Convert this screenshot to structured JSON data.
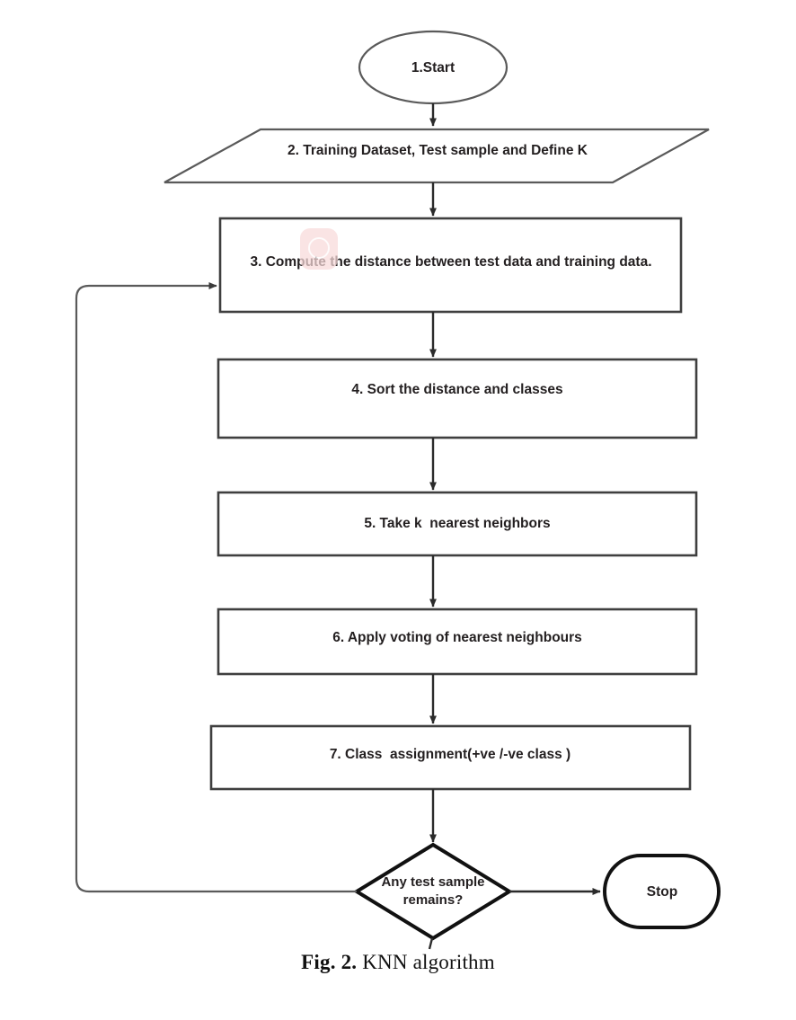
{
  "figure": {
    "caption_label": "Fig. 2.",
    "caption_text": "KNN algorithm",
    "title": "KNN algorithm flowchart"
  },
  "colors": {
    "background": "#ffffff",
    "stroke": "#3f3f3f",
    "stroke_heavy": "#111111",
    "text": "#231f20",
    "watermark": "#f9dada"
  },
  "flowchart": {
    "nodes": [
      {
        "id": "start",
        "shape": "ellipse",
        "label": "1.Start",
        "step": "1"
      },
      {
        "id": "input",
        "shape": "parallelogram",
        "label": "2. Training Dataset, Test sample and Define K",
        "step": "2"
      },
      {
        "id": "compute-distance",
        "shape": "rectangle",
        "label": "3. Compute the distance between test data and training data.",
        "step": "3"
      },
      {
        "id": "sort",
        "shape": "rectangle",
        "label": "4. Sort the distance and classes",
        "step": "4"
      },
      {
        "id": "take-k",
        "shape": "rectangle",
        "label": "5. Take k  nearest neighbors",
        "step": "5"
      },
      {
        "id": "voting",
        "shape": "rectangle",
        "label": "6. Apply voting of nearest neighbours",
        "step": "6"
      },
      {
        "id": "class-assignment",
        "shape": "rectangle",
        "label": "7. Class  assignment(+ve /-ve class )",
        "step": "7"
      },
      {
        "id": "decision",
        "shape": "diamond",
        "label_line1": "Any test sample",
        "label_line2": "remains?",
        "label": "Any test sample remains?"
      },
      {
        "id": "stop",
        "shape": "stadium",
        "label": "Stop"
      }
    ],
    "edges": [
      {
        "from": "start",
        "to": "input",
        "label": ""
      },
      {
        "from": "input",
        "to": "compute-distance",
        "label": ""
      },
      {
        "from": "compute-distance",
        "to": "sort",
        "label": ""
      },
      {
        "from": "sort",
        "to": "take-k",
        "label": ""
      },
      {
        "from": "take-k",
        "to": "voting",
        "label": ""
      },
      {
        "from": "voting",
        "to": "class-assignment",
        "label": ""
      },
      {
        "from": "class-assignment",
        "to": "decision",
        "label": ""
      },
      {
        "from": "decision",
        "to": "stop",
        "label": ""
      },
      {
        "from": "decision",
        "to": "compute-distance",
        "label": ""
      }
    ]
  }
}
